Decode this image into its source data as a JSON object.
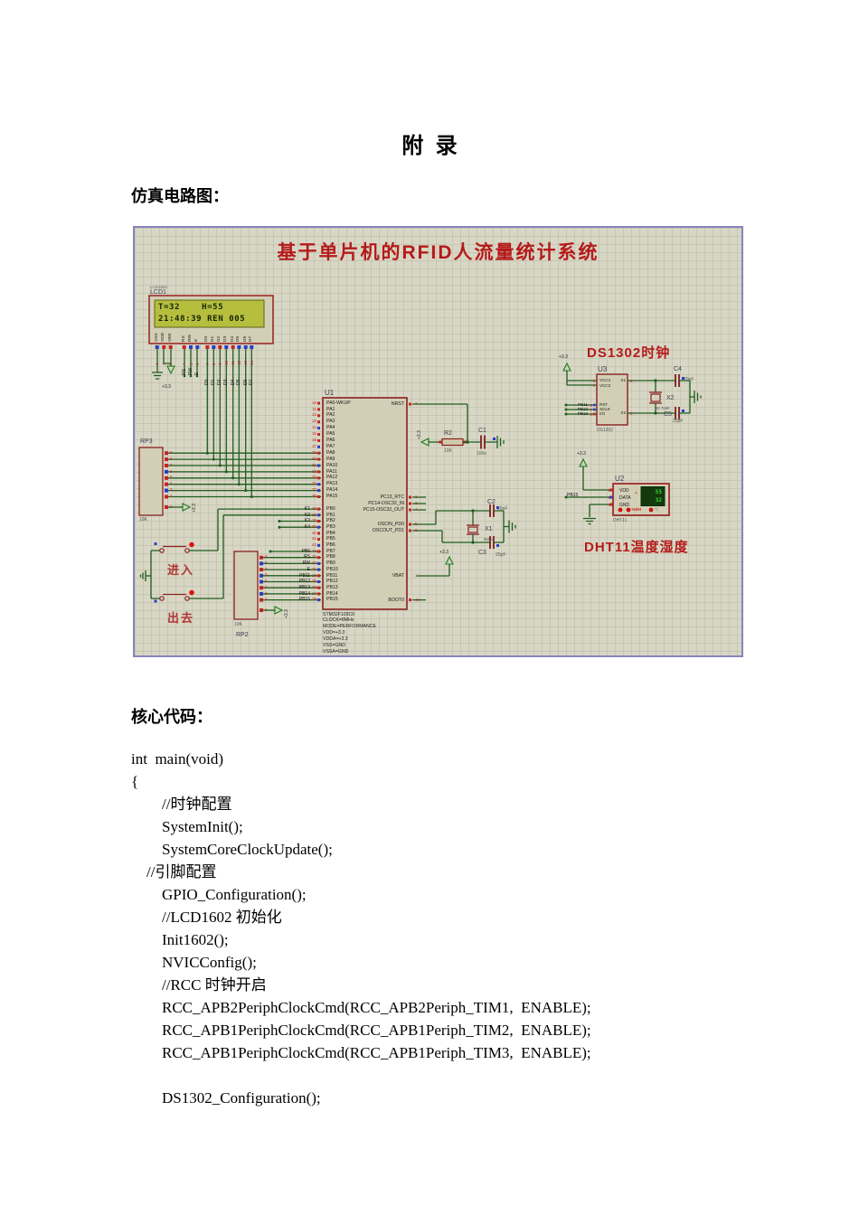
{
  "colors": {
    "accent_red": "#b51a1a",
    "wire_green": "#1e5c1e",
    "component_outline": "#8a1f1f",
    "component_fill": "#d2cfb6",
    "canvas_bg": "#d8d7c5",
    "grid_line": "#c7c6b2",
    "canvas_border": "#8585bb",
    "lcd_screen": "#b6be3e",
    "display_bg": "#123a0a",
    "display_digits": "#36d836",
    "pin_number_red": "#c42020",
    "state_square_blue": "#2a3cc8",
    "state_square_red": "#c42424"
  },
  "page": {
    "title": "附  录",
    "section_sim": "仿真电路图：",
    "section_code": "核心代码："
  },
  "schematic": {
    "title": "基于单片机的RFID人流量统计系统",
    "power_label": "+3.3",
    "lcd": {
      "part": "LCD1602",
      "ref": "LCD1",
      "line1": "T=32    H=55",
      "line2": "21:48:39 REN 005",
      "pins": [
        {
          "n": "1",
          "label": "VSS"
        },
        {
          "n": "2",
          "label": "VDD"
        },
        {
          "n": "3",
          "label": "VEE"
        },
        {
          "n": "4",
          "label": "RS"
        },
        {
          "n": "5",
          "label": "RW"
        },
        {
          "n": "6",
          "label": "E"
        },
        {
          "n": "7",
          "label": "D0"
        },
        {
          "n": "8",
          "label": "D1"
        },
        {
          "n": "9",
          "label": "D2"
        },
        {
          "n": "10",
          "label": "D3"
        },
        {
          "n": "11",
          "label": "D4"
        },
        {
          "n": "12",
          "label": "D5"
        },
        {
          "n": "13",
          "label": "D6"
        },
        {
          "n": "14",
          "label": "D7"
        }
      ]
    },
    "rp3": {
      "ref": "RP3",
      "value": "10K",
      "pins_top": [
        "9",
        "8",
        "7",
        "6",
        "5",
        "4",
        "3",
        "2"
      ],
      "pin_bottom": "1"
    },
    "rp2": {
      "ref": "RP2",
      "value": "10K",
      "pins_top": [
        "9",
        "8",
        "7",
        "6",
        "5",
        "4",
        "3",
        "2"
      ],
      "pin_bottom": "1"
    },
    "buttons": {
      "enter": "进入",
      "exit": "出去"
    },
    "mcu": {
      "ref": "U1",
      "pa_numbers": [
        "10",
        "11",
        "12",
        "13",
        "14",
        "15",
        "16",
        "17",
        "29",
        "30",
        "31",
        "32",
        "33",
        "34",
        "37",
        "38"
      ],
      "pa_names": [
        "PA0-WKUP",
        "PA1",
        "PA2",
        "PA3",
        "PA4",
        "PA5",
        "PA6",
        "PA7",
        "PA8",
        "PA9",
        "PA10",
        "PA11",
        "PA12",
        "PA13",
        "PA14",
        "PA15"
      ],
      "pb_numbers": [
        "18",
        "19",
        "20",
        "39",
        "40",
        "41",
        "42",
        "43",
        "45",
        "46",
        "21",
        "22",
        "25",
        "26",
        "27",
        "28"
      ],
      "pb_names": [
        "PB0",
        "PB1",
        "PB2",
        "PB3",
        "PB4",
        "PB5",
        "PB6",
        "PB7",
        "PB8",
        "PB9",
        "PB10",
        "PB11",
        "PB12",
        "PB13",
        "PB14",
        "PB15"
      ],
      "net_labels": [
        "K1",
        "K2",
        "K3",
        "K4",
        "",
        "",
        "",
        "PB6",
        "RS",
        "RW",
        "E",
        "PB11",
        "PB12",
        "PB13",
        "PB14",
        "PB15"
      ],
      "right_pins": [
        {
          "name": "NRST",
          "n": "7"
        },
        {
          "name": "PC13_RTC",
          "n": "2"
        },
        {
          "name": "PC14-OSC32_IN",
          "n": "3"
        },
        {
          "name": "PC15-OSC32_OUT",
          "n": "4"
        },
        {
          "name": "OSCIN_PD0",
          "n": "5"
        },
        {
          "name": "OSCOUT_PD1",
          "n": "6"
        },
        {
          "name": "VBAT",
          "n": "1"
        },
        {
          "name": "BOOT0",
          "n": "44"
        }
      ],
      "properties": [
        "STM32F103C6",
        "CLOCK=8MHz",
        "MODE=PERFORMANCE",
        "VDD=+3.3",
        "VDDA=+3.3",
        "VSS=GND",
        "VSSA=GND"
      ]
    },
    "reset": {
      "r_ref": "R2",
      "r_value": "10K",
      "c_ref": "C1",
      "c_value": "100n"
    },
    "osc": {
      "ref": "X1",
      "value": "8MHz",
      "c_top_ref": "C2",
      "c_top_value": "20pF",
      "c_bot_ref": "C3",
      "c_bot_value": "20pF"
    },
    "ds1302": {
      "title": "DS1302时钟",
      "ref": "U3",
      "part": "DS1302",
      "vcc_names": [
        "VCC1",
        "VCC2"
      ],
      "vcc_numbers": [
        "8",
        "1"
      ],
      "ctl_names": [
        "RST",
        "SCLK",
        "I/O"
      ],
      "ctl_numbers": [
        "5",
        "7",
        "6"
      ],
      "x1_name": "X1",
      "x1_number": "2",
      "x2_name": "X2",
      "x2_number": "3",
      "nets": [
        "PB11",
        "PB12",
        "PB13"
      ],
      "xtal_ref": "X2",
      "xtal_value": "32.768K",
      "c_top_ref": "C4",
      "c_top_value": "20pF",
      "c_bot_ref": "C5",
      "c_bot_value": "20pF"
    },
    "dht11": {
      "title": "DHT11温度湿度",
      "ref": "U2",
      "part": "DHT11",
      "pin_names": [
        "VDD",
        "DATA",
        "GND"
      ],
      "pin_numbers": [
        "1",
        "2",
        "4"
      ],
      "net": "PB15",
      "humidity": "55",
      "temperature": "32",
      "rh_label": "%RH",
      "temp_label": "℃",
      "arrow": ">"
    }
  },
  "code": {
    "lines": [
      "int  main(void)",
      "{",
      "        //时钟配置",
      "        SystemInit();",
      "        SystemCoreClockUpdate();",
      "    //引脚配置",
      "        GPIO_Configuration();",
      "        //LCD1602 初始化",
      "        Init1602();",
      "        NVICConfig();",
      "        //RCC 时钟开启",
      "        RCC_APB2PeriphClockCmd(RCC_APB2Periph_TIM1,  ENABLE);",
      "        RCC_APB1PeriphClockCmd(RCC_APB1Periph_TIM2,  ENABLE);",
      "        RCC_APB1PeriphClockCmd(RCC_APB1Periph_TIM3,  ENABLE);",
      "",
      "        DS1302_Configuration();"
    ]
  }
}
